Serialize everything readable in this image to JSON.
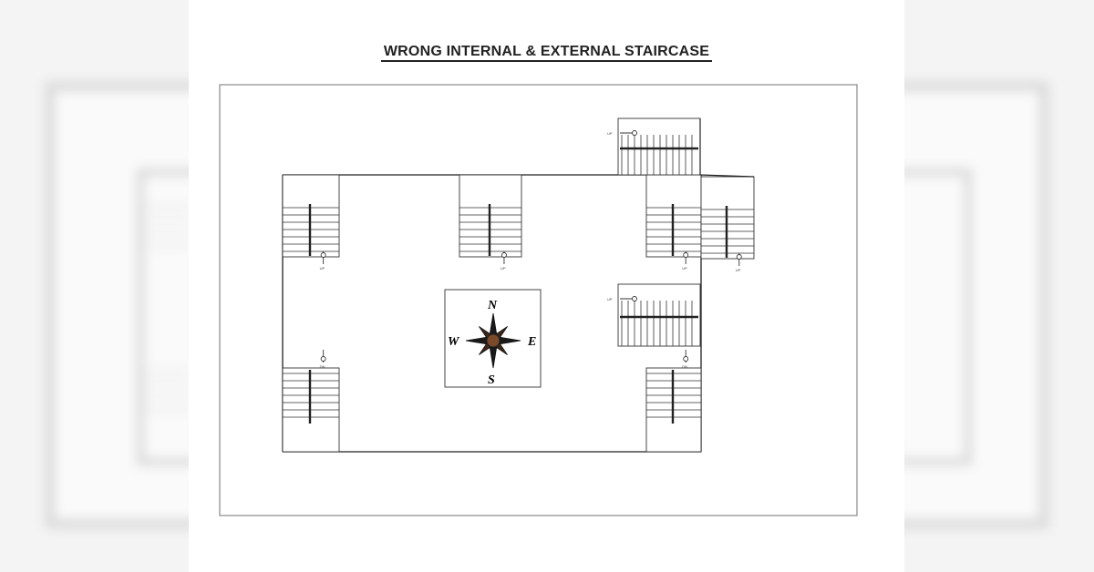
{
  "diagram": {
    "title": "WRONG INTERNAL & EXTERNAL STAIRCASE",
    "compass": {
      "north": "N",
      "east": "E",
      "south": "S",
      "west": "W"
    },
    "stair_labels": {
      "up": "UP",
      "down": "DN"
    }
  }
}
